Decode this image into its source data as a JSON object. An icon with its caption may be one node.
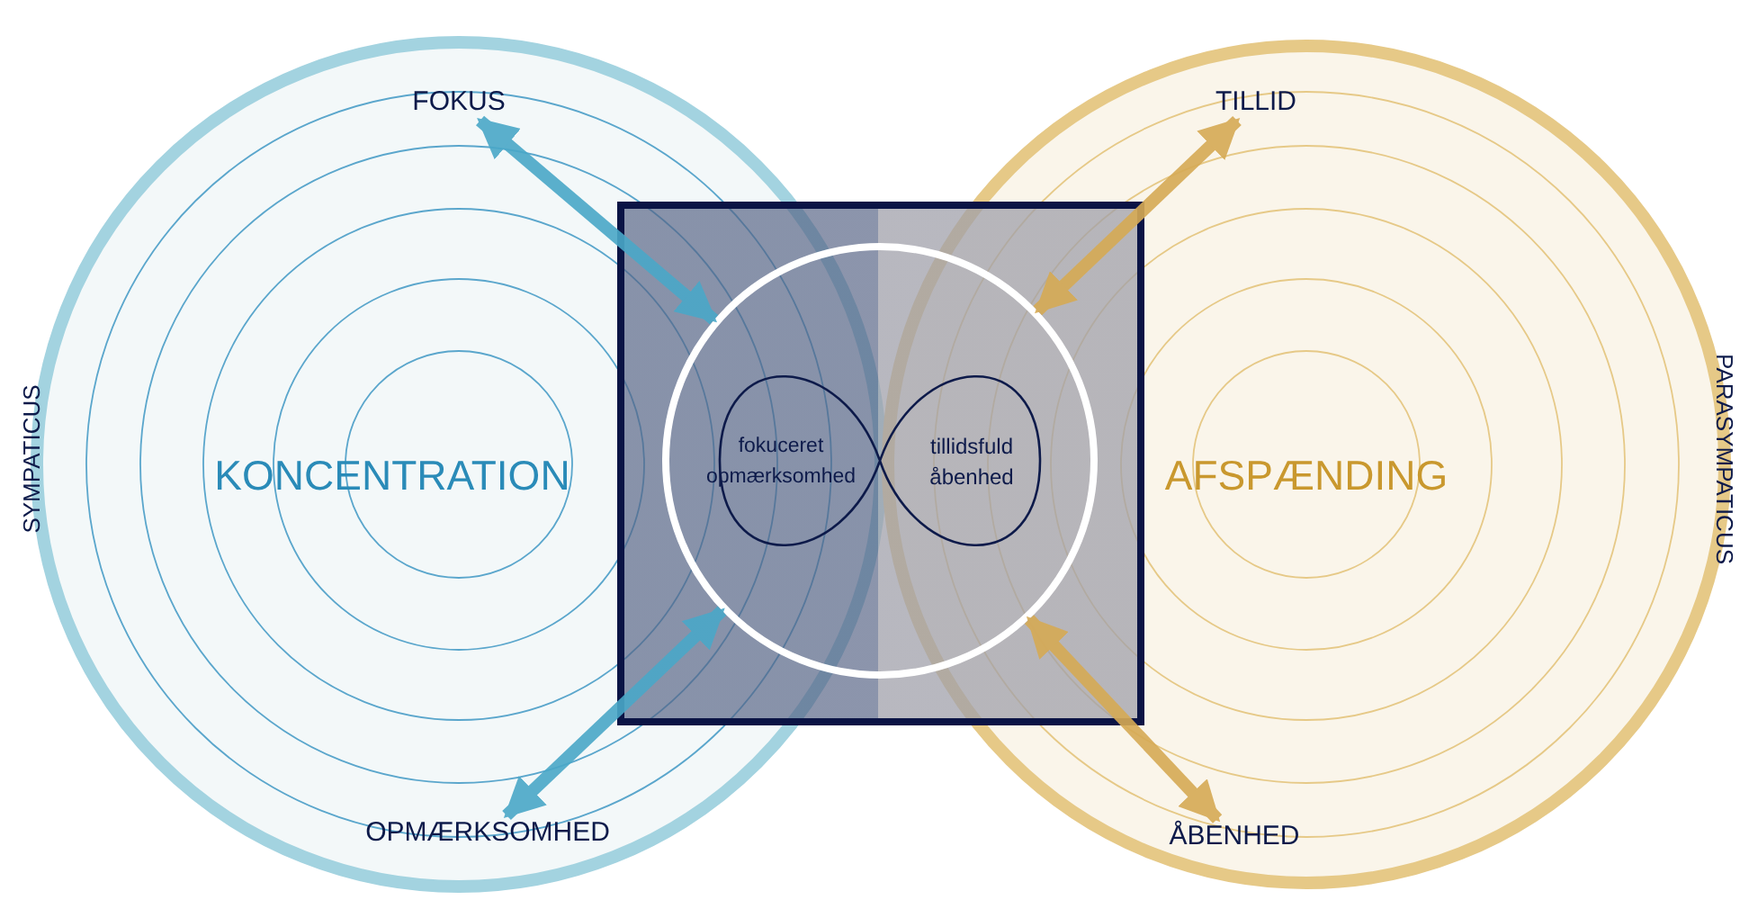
{
  "diagram": {
    "nodes": [
      {
        "text": [
          "KONCENTRATION"
        ]
      },
      {
        "text": [
          "AFSPÆNDING"
        ]
      },
      {
        "text": [],
        "shape": "box"
      },
      {
        "text": [],
        "shape": "circle",
        "in": 2
      },
      {
        "text": [
          "fokuceret opmærksomhed"
        ]
      },
      {
        "text": [
          "tillidsfuld åbenhed"
        ]
      },
      {
        "text": [
          "FOKUS"
        ],
        "in": 0
      },
      {
        "text": [
          "OPMÆRKSOMHED"
        ],
        "in": 0
      },
      {
        "text": [
          "TILLID"
        ],
        "in": 1
      },
      {
        "text": [
          "ÅBENHED"
        ],
        "in": 1
      }
    ],
    "edges": [
      {
        "from": 3,
        "to": 6,
        "arrow": "both",
        "color": "#4aa8c8"
      },
      {
        "from": 3,
        "to": 7,
        "arrow": "both",
        "color": "#4aa8c8"
      },
      {
        "from": 3,
        "to": 8,
        "arrow": "both",
        "color": "#d6aa55"
      },
      {
        "from": 3,
        "to": 9,
        "arrow": "both",
        "color": "#d6aa55"
      }
    ],
    "labels": [
      "SYMPATICUS",
      "PARASYMPATICUS"
    ]
  }
}
